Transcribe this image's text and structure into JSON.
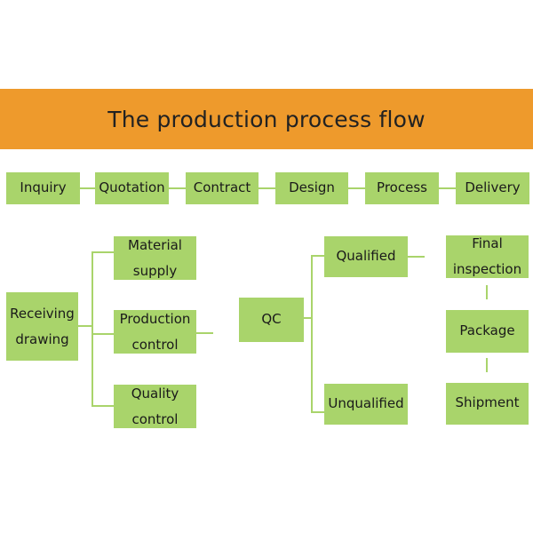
{
  "title": "The production process flow",
  "colors": {
    "banner": "#ee9a2c",
    "box": "#a9d46b",
    "text": "#1a1a1a"
  },
  "steps": [
    "Inquiry",
    "Quotation",
    "Contract",
    "Design",
    "Process",
    "Delivery"
  ],
  "receiving": [
    "Receiving",
    "drawing"
  ],
  "material": [
    "Material",
    "supply"
  ],
  "production": [
    "Production",
    "control"
  ],
  "quality": [
    "Quality",
    "control"
  ],
  "qc": "QC",
  "qualified": "Qualified",
  "unqualified": "Unqualified",
  "final": [
    "Final",
    "inspection"
  ],
  "package": "Package",
  "shipment": "Shipment"
}
